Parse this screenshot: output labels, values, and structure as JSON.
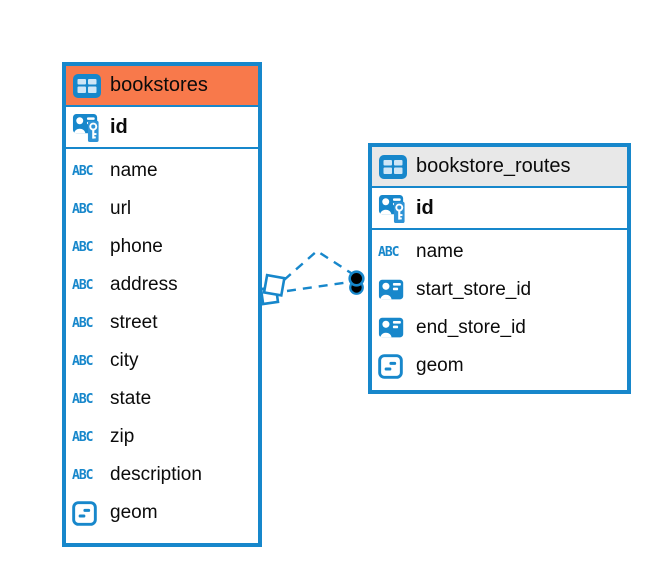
{
  "app": {
    "view": "database-er-diagram"
  },
  "colors": {
    "accent_blue": "#1787cb",
    "bookstores_header": "#f8794b",
    "routes_header": "#e8e8e8",
    "text": "#0b0b0b",
    "marker_fill": "#000000"
  },
  "icons": {
    "text_type_label": "ABC",
    "table_icon": "table-grid",
    "primary_key_icon": "person-card-with-key",
    "reference_icon": "person-card",
    "object_icon": "rounded-box-with-dashes"
  },
  "tables": [
    {
      "name": "bookstores",
      "primary_key": {
        "label": "id",
        "type": "primary-key"
      },
      "columns": [
        {
          "label": "name",
          "type": "text"
        },
        {
          "label": "url",
          "type": "text"
        },
        {
          "label": "phone",
          "type": "text"
        },
        {
          "label": "address",
          "type": "text"
        },
        {
          "label": "street",
          "type": "text"
        },
        {
          "label": "city",
          "type": "text"
        },
        {
          "label": "state",
          "type": "text"
        },
        {
          "label": "zip",
          "type": "text"
        },
        {
          "label": "description",
          "type": "text"
        },
        {
          "label": "geom",
          "type": "object"
        }
      ]
    },
    {
      "name": "bookstore_routes",
      "primary_key": {
        "label": "id",
        "type": "primary-key"
      },
      "columns": [
        {
          "label": "name",
          "type": "text"
        },
        {
          "label": "start_store_id",
          "type": "reference"
        },
        {
          "label": "end_store_id",
          "type": "reference"
        },
        {
          "label": "geom",
          "type": "object"
        }
      ]
    }
  ],
  "relationships": [
    {
      "from": "bookstore_routes",
      "to": "bookstores",
      "line_style": "dashed",
      "line_count": 2,
      "left_marker": "stacked-diamonds",
      "right_marker": "stacked-filled-circles"
    }
  ]
}
